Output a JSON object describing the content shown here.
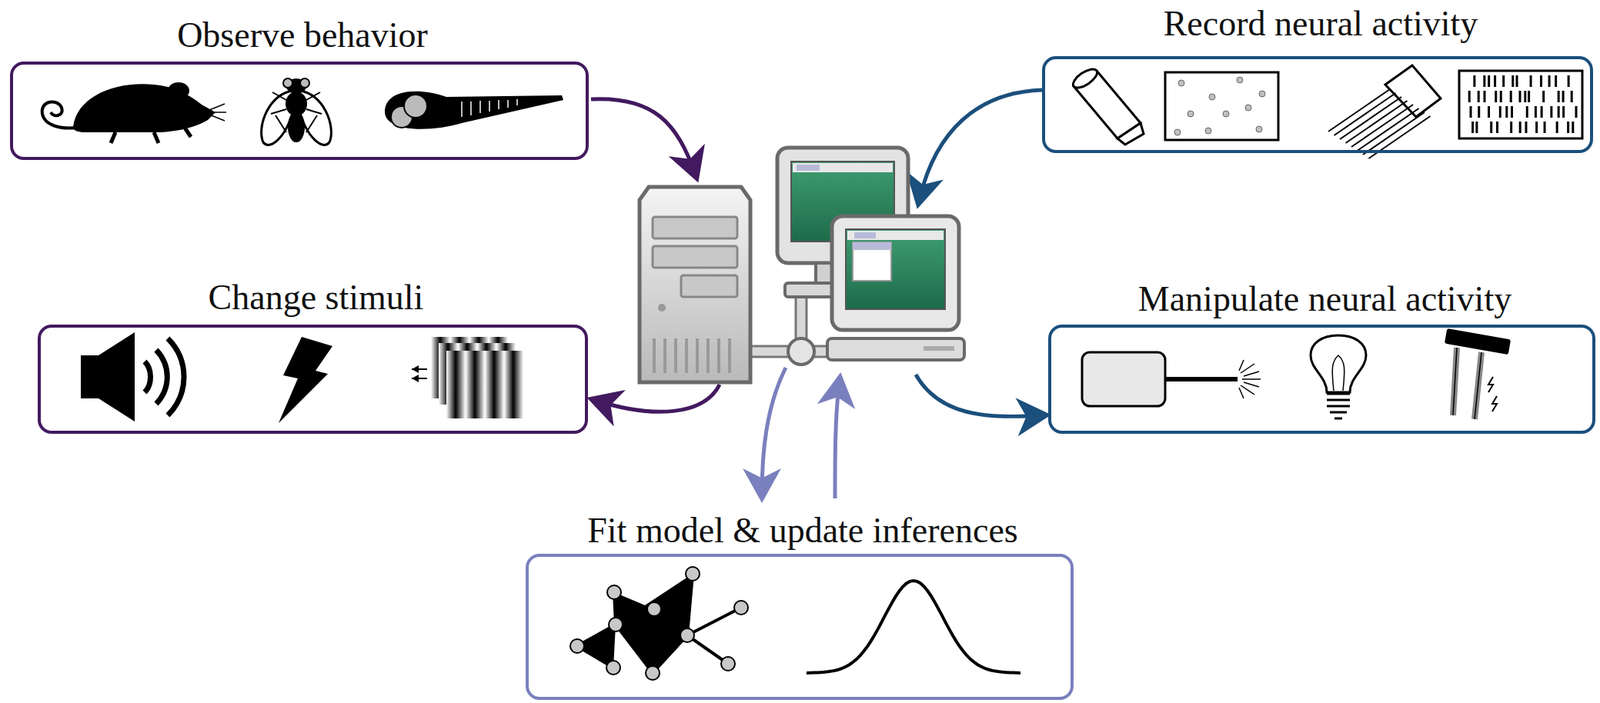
{
  "diagram": {
    "nodes": [
      {
        "text": [
          "Observe behavior"
        ]
      },
      {
        "text": [
          "Record neural activity"
        ]
      },
      {
        "text": [
          "Change stimuli"
        ]
      },
      {
        "text": [
          "Manipulate neural activity"
        ]
      },
      {
        "text": [
          "Fit model & update inferences"
        ]
      }
    ]
  }
}
